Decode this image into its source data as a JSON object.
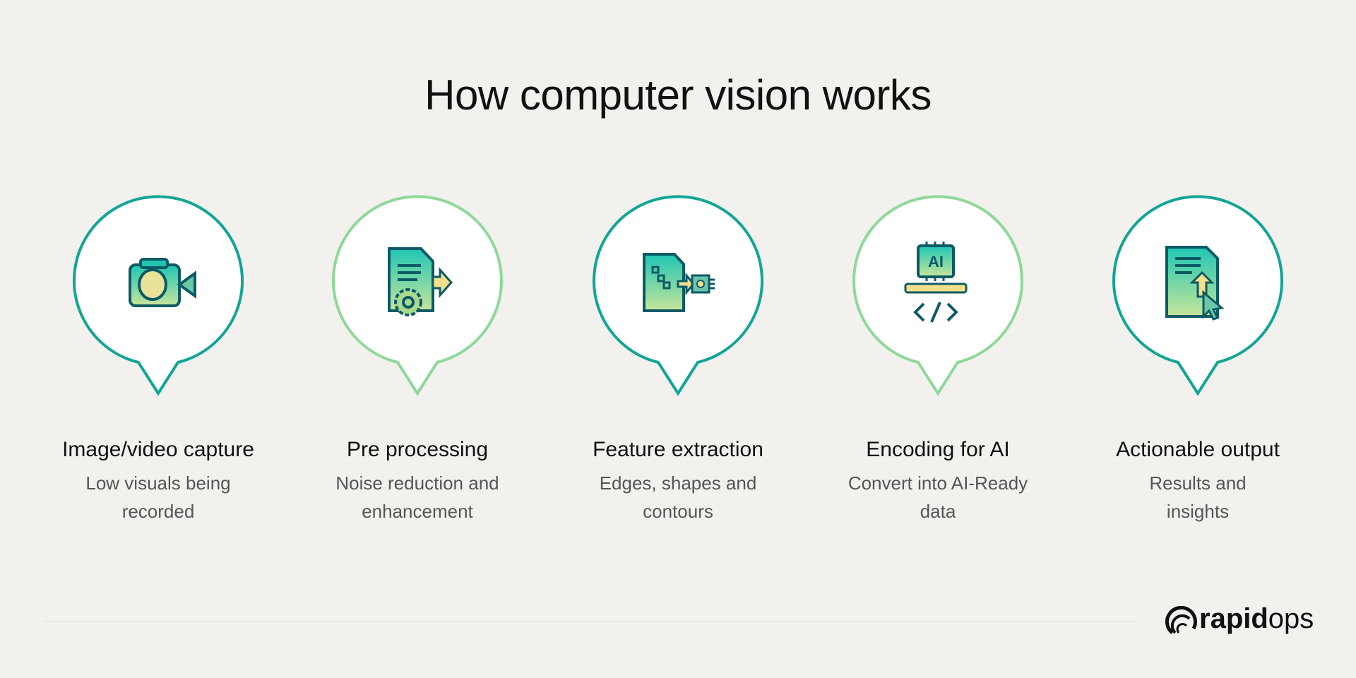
{
  "title": "How computer vision works",
  "colors": {
    "teal": "#12a596",
    "light_green": "#8fd89a",
    "background": "#f2f1ed"
  },
  "steps": [
    {
      "label": "Image/video capture",
      "desc1": "Low visuals being",
      "desc2": "recorded",
      "icon": "video-camera-icon",
      "ring": "teal"
    },
    {
      "label": "Pre processing",
      "desc1": "Noise reduction and",
      "desc2": "enhancement",
      "icon": "document-gear-icon",
      "ring": "light_green"
    },
    {
      "label": "Feature extraction",
      "desc1": "Edges, shapes and",
      "desc2": "contours",
      "icon": "document-chip-icon",
      "ring": "teal"
    },
    {
      "label": "Encoding for AI",
      "desc1": "Convert into AI-Ready",
      "desc2": "data",
      "icon": "ai-chip-code-icon",
      "ring": "light_green"
    },
    {
      "label": "Actionable output",
      "desc1": "Results and",
      "desc2": "insights",
      "icon": "document-cursor-icon",
      "ring": "teal"
    }
  ],
  "logo": {
    "bold": "rapid",
    "light": "ops"
  }
}
